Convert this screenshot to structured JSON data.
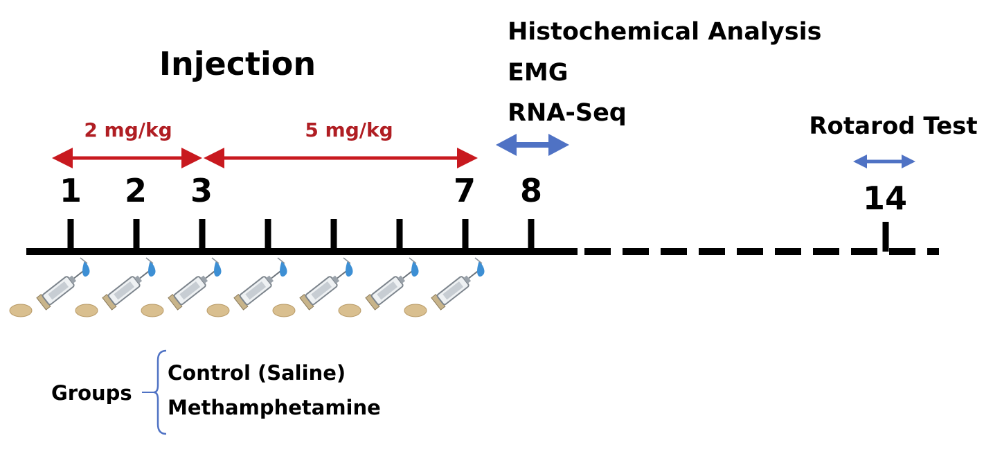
{
  "title": "Injection",
  "measurements": [
    "Histochemical Analysis",
    "EMG",
    "RNA-Seq"
  ],
  "doses": {
    "first": "2 mg/kg",
    "second": "5 mg/kg"
  },
  "days": {
    "d1": "1",
    "d2": "2",
    "d3": "3",
    "d7": "7",
    "d8": "8",
    "d14": "14"
  },
  "rotarod": "Rotarod Test",
  "groups": {
    "label": "Groups",
    "items": [
      "Control (Saline)",
      "Methamphetamine"
    ]
  },
  "colors": {
    "dose_arrow": "#c8191f",
    "measure_arrow": "#4f72c4",
    "timeline": "#000000",
    "syringe_drop": "#3d8fd4"
  },
  "icons": {
    "syringe": "syringe-icon",
    "dose_arrow": "double-arrow-icon"
  }
}
